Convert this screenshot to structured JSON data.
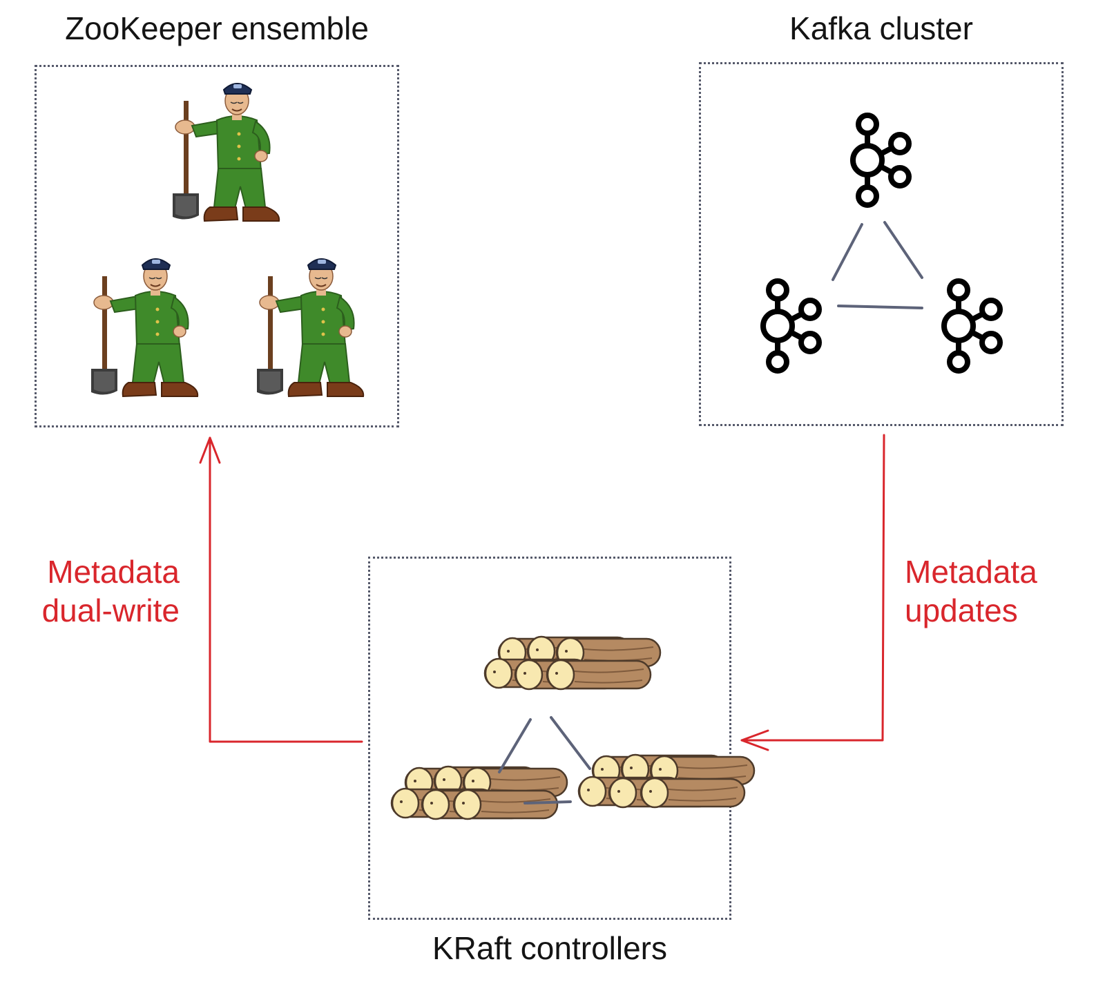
{
  "groups": {
    "zookeeper": {
      "title": "ZooKeeper ensemble",
      "member_icon": "zookeeper-keeper-icon",
      "member_count": 3
    },
    "kafka": {
      "title": "Kafka cluster",
      "member_icon": "kafka-broker-icon",
      "member_count": 3
    },
    "kraft": {
      "title": "KRaft controllers",
      "member_icon": "log-pile-icon",
      "member_count": 3
    }
  },
  "flows": {
    "dual_write": {
      "line1": "Metadata",
      "line2": "dual-write",
      "from": "kraft",
      "to": "zookeeper"
    },
    "updates": {
      "line1": "Metadata",
      "line2": "updates",
      "from": "kafka",
      "to": "kraft"
    }
  },
  "colors": {
    "arrow": "#d9262c",
    "box_border": "#55596a",
    "connector": "#5d6379",
    "kafka_icon": "#000000",
    "keeper_uniform": "#3f8a2a",
    "keeper_cap": "#1f2f55",
    "log_wood": "#b58a62",
    "log_end": "#f8e8b0"
  }
}
